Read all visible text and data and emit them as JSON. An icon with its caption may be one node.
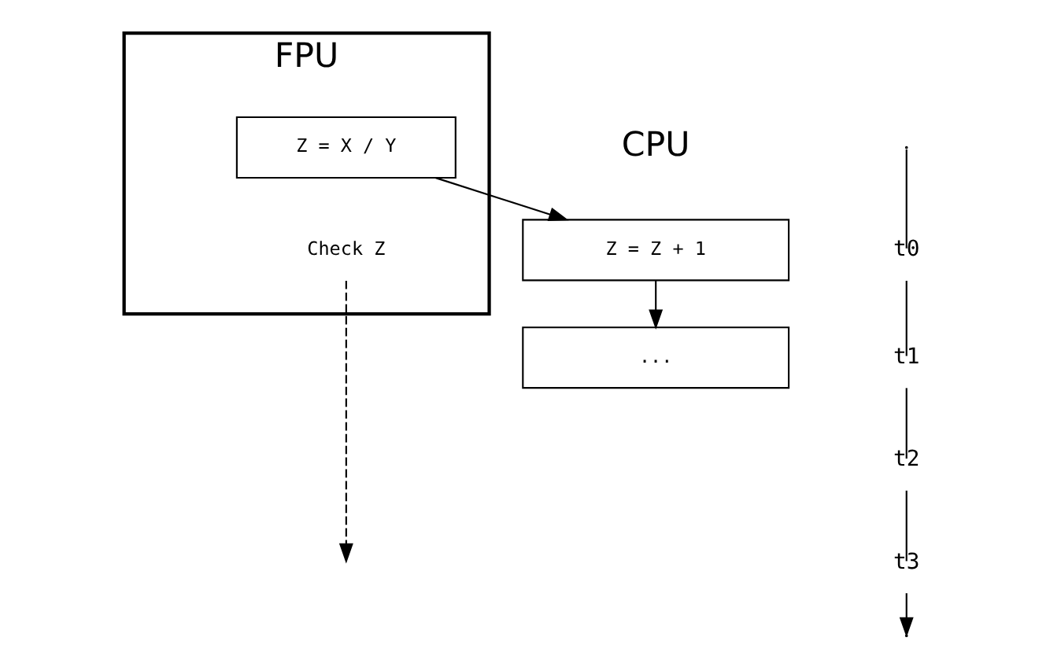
{
  "diagram": {
    "nodes": [
      {
        "text": [
          "FPU"
        ]
      },
      {
        "text": [
          "Z = X / Y"
        ],
        "in": 0
      },
      {
        "text": [
          "Check Z"
        ],
        "in": 0
      },
      {
        "text": [
          "Z = Z + 1"
        ]
      },
      {
        "text": [
          "..."
        ]
      }
    ],
    "edges": [
      {
        "from": 1,
        "to": 3,
        "arrow": "to"
      },
      {
        "from": 3,
        "to": 4,
        "arrow": "to"
      },
      {
        "from": 2,
        "to": null,
        "arrow": "to",
        "style": "dashed"
      }
    ],
    "labels": [
      "CPU",
      "t0",
      "t1",
      "t2",
      "t3"
    ]
  }
}
